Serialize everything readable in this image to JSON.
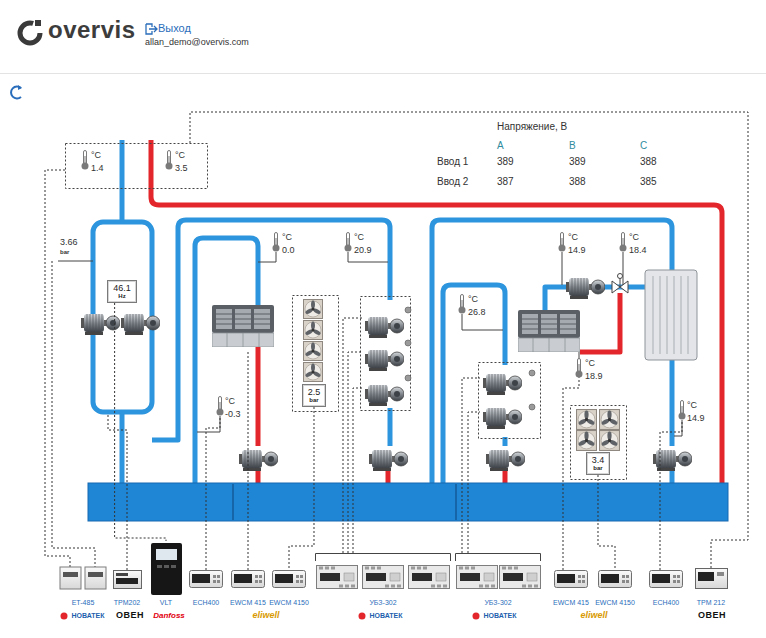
{
  "diagram": {
    "nodes": [
      {
        "text": [
          "46.1",
          "Hz"
        ]
      },
      {
        "text": [
          "2.5",
          "bar"
        ]
      },
      {
        "text": [
          "3.4",
          "bar"
        ]
      },
      {
        "text": [
          "ET-485"
        ]
      },
      {
        "text": [
          "ТРМ202"
        ]
      },
      {
        "text": [
          "VLT"
        ]
      },
      {
        "text": [
          "ECH400"
        ]
      },
      {
        "text": [
          "EWCM 415"
        ]
      },
      {
        "text": [
          "EWCM 4150"
        ]
      },
      {
        "text": [
          "УБЗ-302"
        ]
      },
      {
        "text": [
          "УБЗ-302"
        ]
      },
      {
        "text": [
          "EWCM 415"
        ]
      },
      {
        "text": [
          "EWCM 4150"
        ]
      },
      {
        "text": [
          "ECH400"
        ]
      },
      {
        "text": [
          "ТРМ 212"
        ]
      }
    ],
    "edges": [
      {
        "from": 0,
        "to": 5,
        "arrow": "none"
      },
      {
        "from": 1,
        "to": 8,
        "arrow": "none"
      },
      {
        "from": 2,
        "to": 12,
        "arrow": "none"
      }
    ],
    "labels": [
      "overvis",
      "Выход",
      "allan_demo@overvis.com",
      "Напряжение, В",
      "A",
      "B",
      "C",
      "Ввод 1",
      "389",
      "389",
      "388",
      "Ввод 2",
      "387",
      "388",
      "385",
      "°C",
      "1.4",
      "°C",
      "3.5",
      "3.66",
      "bar",
      "°C",
      "0.0",
      "°C",
      "20.9",
      "°C",
      "14.9",
      "°C",
      "18.4",
      "°C",
      "26.8",
      "°C",
      "18.9",
      "°C",
      "-0.3",
      "°C",
      "14.9",
      "НОВАТЕК",
      "ОВЕН",
      "Danfoss",
      "eliwell",
      "НОВАТЕК",
      "НОВАТЕК",
      "eliwell",
      "ОВЕН"
    ]
  }
}
